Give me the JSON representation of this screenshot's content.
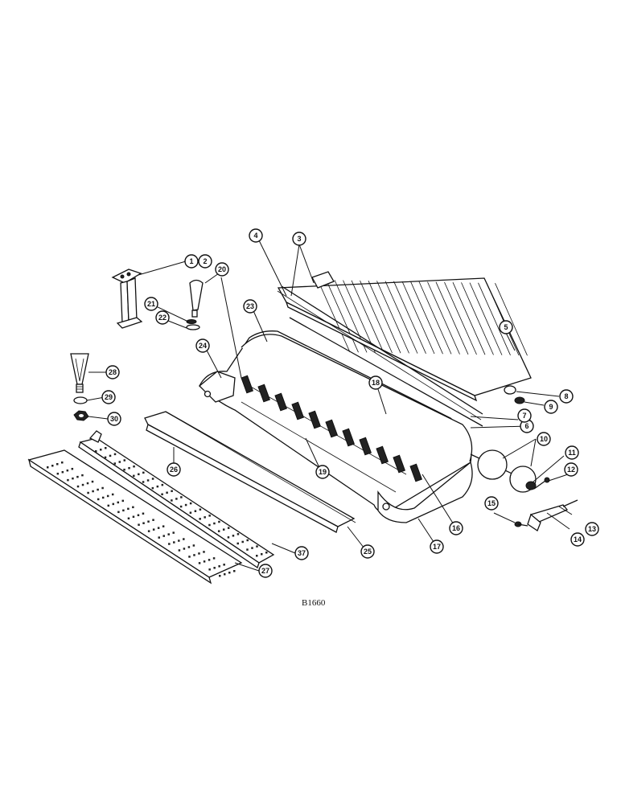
{
  "figure_code": "B1660",
  "callouts": [
    "1",
    "2",
    "3",
    "4",
    "5",
    "6",
    "7",
    "8",
    "9",
    "10",
    "11",
    "12",
    "13",
    "14",
    "15",
    "16",
    "17",
    "18",
    "19",
    "20",
    "21",
    "22",
    "23",
    "24",
    "25",
    "26",
    "27",
    "28",
    "29",
    "30",
    "37"
  ]
}
